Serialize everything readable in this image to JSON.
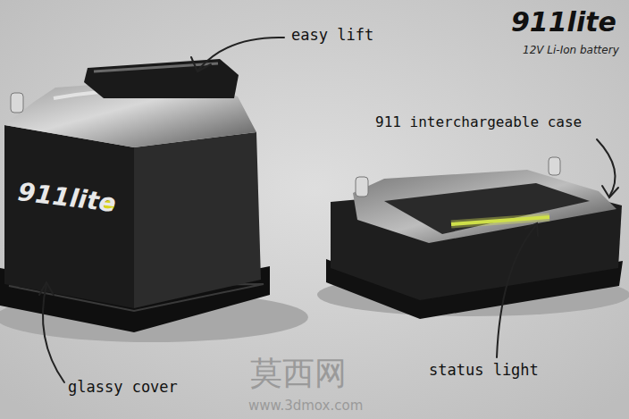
{
  "diagram": {
    "labels": [
      "easy lift",
      "911lite",
      "12V Li-Ion battery",
      "911 interchargeable case",
      "911lite",
      "glassy cover",
      "status light",
      "莫西网",
      "www.3dmox.com"
    ]
  }
}
